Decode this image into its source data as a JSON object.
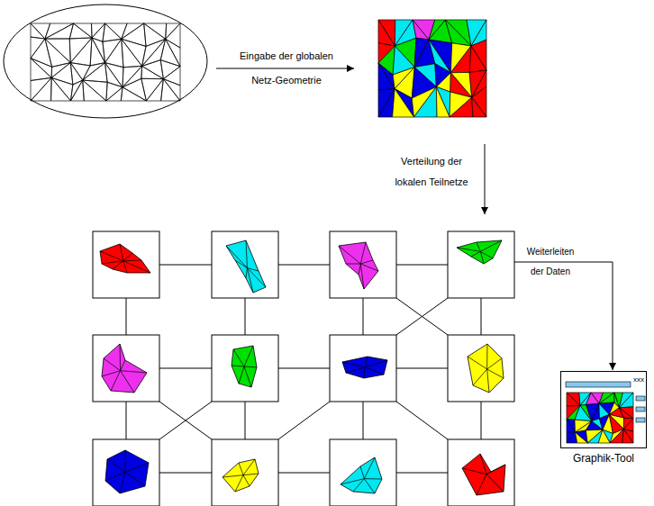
{
  "diagram": {
    "nodes": [
      {
        "text": [
          "xxx",
          "Graphik-Tool"
        ]
      }
    ],
    "labels": [
      "Eingabe der globalen Netz-Geometrie",
      "Verteilung der lokalen Teilnetze",
      "Weiterleiten der Daten"
    ]
  }
}
